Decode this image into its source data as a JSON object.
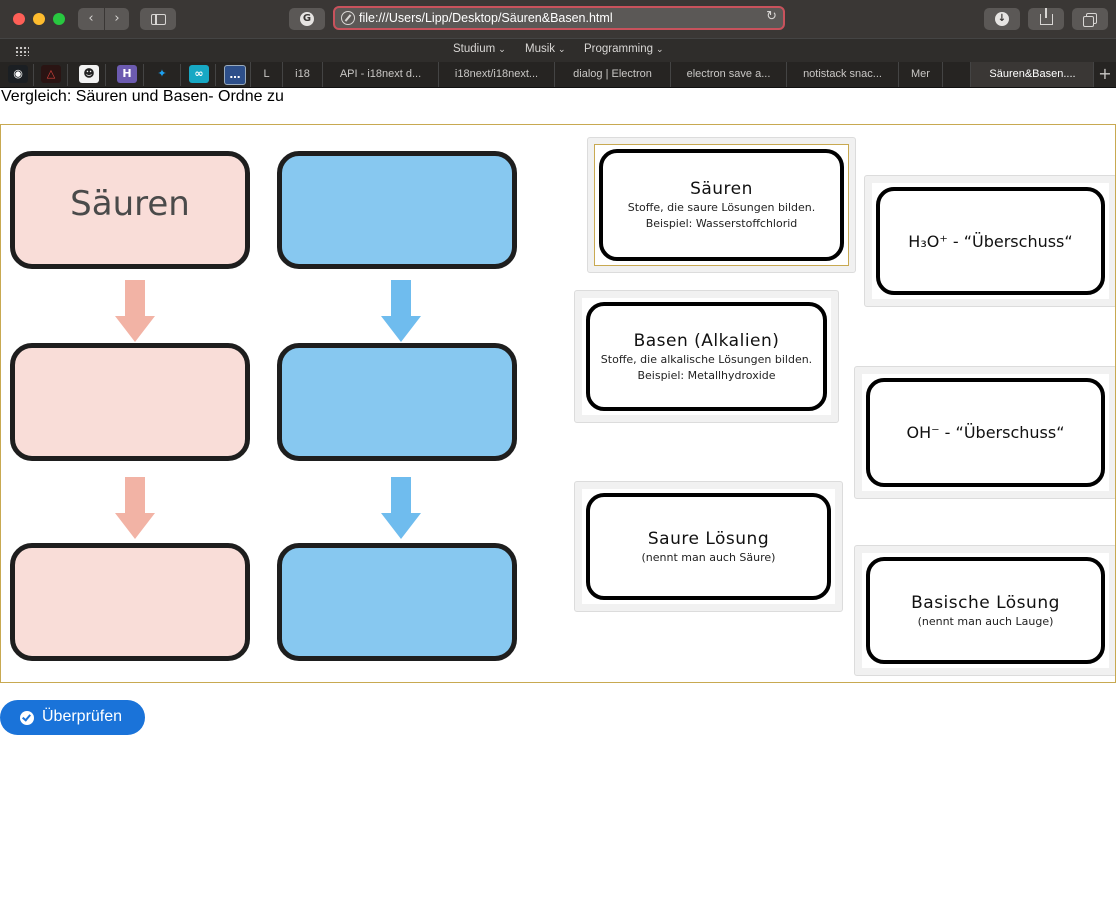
{
  "browser": {
    "url": "file:///Users/Lipp/Desktop/Säuren&Basen.html",
    "favorites": [
      "Studium",
      "Musik",
      "Programming"
    ],
    "pinned_icons": [
      "github-icon",
      "ruby-icon",
      "mailchimp-icon",
      "heroku-icon",
      "twitter-icon",
      "codepen-icon",
      "dots-icon"
    ],
    "tabs": [
      "L",
      "i18",
      "API - i18next d...",
      "i18next/i18next...",
      "dialog | Electron",
      "electron save a...",
      "notistack snac...",
      "Mer",
      "",
      "Säuren&Basen...."
    ],
    "active_tab_index": 9
  },
  "page": {
    "title": "Vergleich: Säuren und Basen- Ordne zu"
  },
  "targets": {
    "pink_top_label": "Säuren"
  },
  "cards": {
    "saeuren": {
      "title": "Säuren",
      "desc1": "Stoffe, die saure Lösungen bilden.",
      "desc2": "Beispiel: Wasserstoffchlorid"
    },
    "basen": {
      "title": "Basen (Alkalien)",
      "desc1": "Stoffe, die alkalische Lösungen bilden.",
      "desc2": "Beispiel: Metallhydroxide"
    },
    "h3o": {
      "formula": "H₃O⁺ - “Überschuss“"
    },
    "oh": {
      "formula": "OH⁻ - “Überschuss“"
    },
    "saure_loesung": {
      "title": "Saure Lösung",
      "desc1": "(nennt man auch Säure)"
    },
    "basische_loesung": {
      "title": "Basische Lösung",
      "desc1": "(nennt man auch Lauge)"
    }
  },
  "actions": {
    "check_label": "Überprüfen"
  }
}
